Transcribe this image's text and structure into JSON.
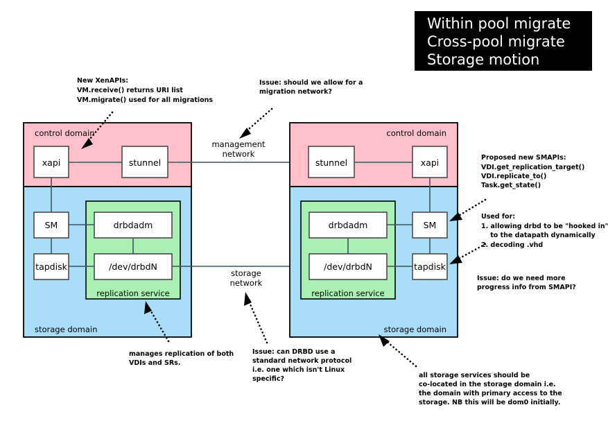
{
  "title_block": {
    "background": "#000000",
    "text_color": "#ffffff",
    "lines": [
      "Within pool migrate",
      "Cross-pool migrate",
      "Storage motion"
    ]
  },
  "colors": {
    "control_domain": "#ffc0cb",
    "storage_domain": "#aaddf7",
    "replication_service": "#aaf0b4",
    "box_fill": "#ffffff",
    "box_stroke": "#4a4a4a",
    "panel_stroke": "#000000",
    "connector": "#3c5361"
  },
  "hosts": [
    {
      "id": "left-host",
      "control_domain_label": "control domain",
      "storage_domain_label": "storage domain",
      "replication_service_label": "replication service",
      "boxes": [
        {
          "id": "xapi",
          "label": "xapi"
        },
        {
          "id": "stunnel",
          "label": "stunnel"
        },
        {
          "id": "sm",
          "label": "SM"
        },
        {
          "id": "tapdisk",
          "label": "tapdisk"
        },
        {
          "id": "drbdadm",
          "label": "drbdadm"
        },
        {
          "id": "drbdn",
          "label": "/dev/drbdN"
        }
      ]
    },
    {
      "id": "right-host",
      "control_domain_label": "control domain",
      "storage_domain_label": "storage domain",
      "replication_service_label": "replication service",
      "boxes": [
        {
          "id": "stunnel",
          "label": "stunnel"
        },
        {
          "id": "xapi",
          "label": "xapi"
        },
        {
          "id": "drbdadm",
          "label": "drbdadm"
        },
        {
          "id": "drbdn",
          "label": "/dev/drbdN"
        },
        {
          "id": "sm",
          "label": "SM"
        },
        {
          "id": "tapdisk",
          "label": "tapdisk"
        }
      ]
    }
  ],
  "networks": [
    {
      "id": "management-network",
      "lines": [
        "management",
        "network"
      ]
    },
    {
      "id": "storage-network",
      "lines": [
        "storage",
        "network"
      ]
    }
  ],
  "annotations": [
    {
      "id": "new-xenapis",
      "lines": [
        "New XenAPIs:",
        "VM.receive() returns URI list",
        "VM.migrate() used for all migrations"
      ]
    },
    {
      "id": "migration-network-issue",
      "lines": [
        "Issue: should we allow for a",
        "migration network?"
      ]
    },
    {
      "id": "proposed-new-smapis",
      "lines": [
        "Proposed new SMAPIs:",
        "VDI.get_replication_target()",
        "VDI.replicate_to()",
        "Task.get_state()"
      ]
    },
    {
      "id": "used-for",
      "lines": [
        "Used for:",
        "1. allowing drbd to be \"hooked in\"",
        "    to the datapath dynamically",
        "2. decoding .vhd"
      ]
    },
    {
      "id": "smapi-progress-issue",
      "lines": [
        "Issue: do we need more",
        "progress info from SMAPI?"
      ]
    },
    {
      "id": "manages-replication",
      "lines": [
        "manages replication of both",
        "VDIs and SRs."
      ]
    },
    {
      "id": "drbd-protocol-issue",
      "lines": [
        "Issue: can DRBD use a",
        "standard network protocol",
        "i.e. one which isn't Linux",
        "specific?"
      ]
    },
    {
      "id": "storage-services-colocated",
      "lines": [
        "all storage services should be",
        "co-located in the storage domain i.e.",
        "the domain with primary access to the",
        "storage. NB this will be dom0 initially."
      ]
    }
  ]
}
